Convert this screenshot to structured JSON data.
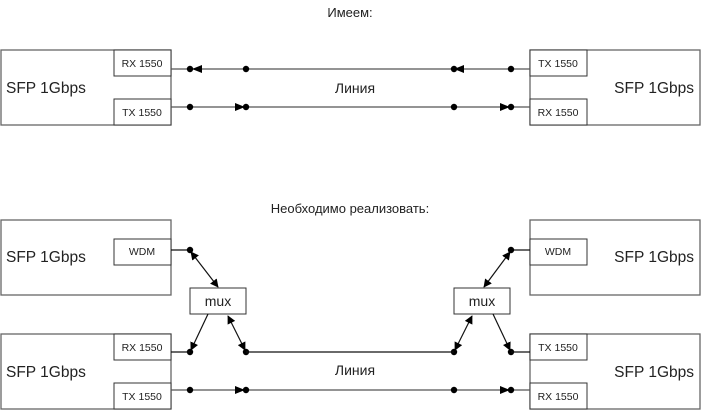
{
  "diagram": {
    "top": {
      "heading": "Имеем:",
      "left_device": {
        "label": "SFP 1Gbps",
        "ports": [
          "RX 1550",
          "TX 1550"
        ]
      },
      "right_device": {
        "label": "SFP 1Gbps",
        "ports": [
          "TX 1550",
          "RX 1550"
        ]
      },
      "link_label": "Линия"
    },
    "bottom": {
      "heading": "Необходимо реализовать:",
      "left_wdm_device": {
        "label": "SFP 1Gbps",
        "port": "WDM"
      },
      "right_wdm_device": {
        "label": "SFP 1Gbps",
        "port": "WDM"
      },
      "left_mux": "mux",
      "right_mux": "mux",
      "left_device": {
        "label": "SFP 1Gbps",
        "ports": [
          "RX 1550",
          "TX 1550"
        ]
      },
      "right_device": {
        "label": "SFP 1Gbps",
        "ports": [
          "TX 1550",
          "RX 1550"
        ]
      },
      "link_label": "Линия"
    }
  }
}
